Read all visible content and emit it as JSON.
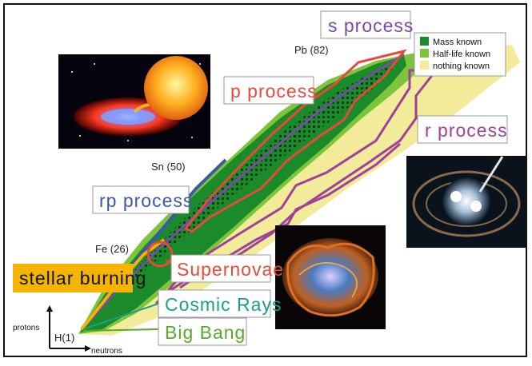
{
  "labels": {
    "s_process": "s process",
    "p_process": "p process",
    "r_process": "r process",
    "rp_process": "rp process",
    "stellar_burning": "stellar burning",
    "supernovae": "Supernovae",
    "cosmic_rays": "Cosmic Rays",
    "big_bang": "Big Bang"
  },
  "markers": {
    "pb": "Pb (82)",
    "sn": "Sn (50)",
    "fe": "Fe (26)",
    "h": "H(1)"
  },
  "axes": {
    "y": "protons",
    "x": "neutrons"
  },
  "legend": [
    {
      "label": "Mass known",
      "color": "#1a8a2a"
    },
    {
      "label": "Half-life known",
      "color": "#7dc43a"
    },
    {
      "label": "nothing known",
      "color": "#f2ec9a"
    }
  ],
  "colors": {
    "s_process": "#7b4aa6",
    "p_process": "#e84a3a",
    "r_process": "#a0409a",
    "rp_process": "#3a5aa8",
    "stellar_burning_bg": "#f4b400",
    "cosmic_rays": "#1aa08a",
    "big_bang": "#5aaa2a"
  }
}
